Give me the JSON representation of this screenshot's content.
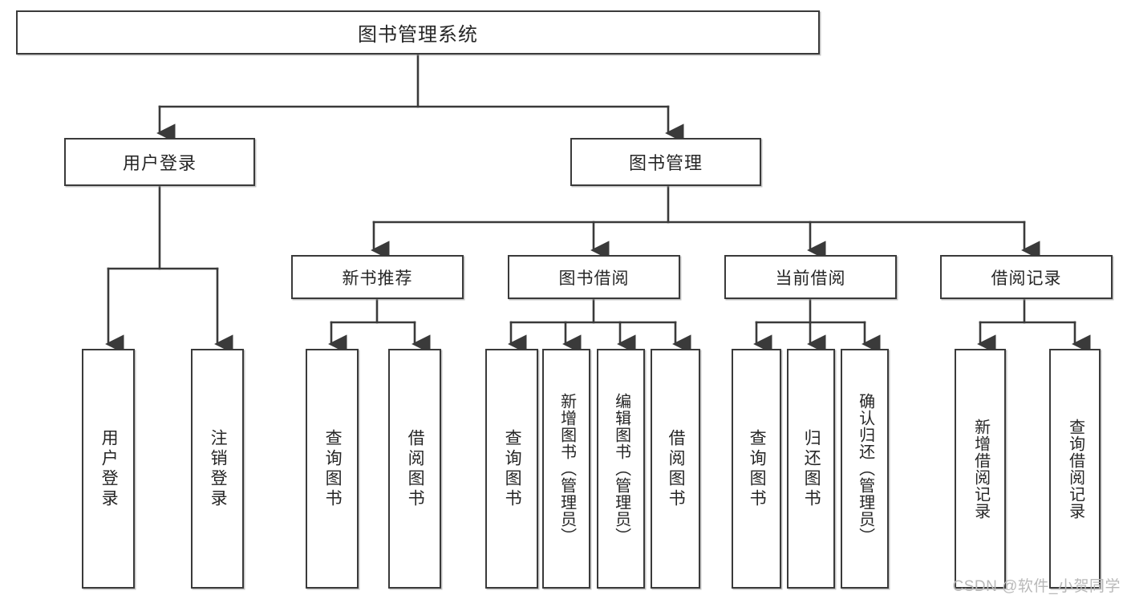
{
  "diagram": {
    "title": "图书管理系统",
    "type": "tree",
    "root": {
      "label": "图书管理系统"
    },
    "level2": [
      {
        "label": "用户登录"
      },
      {
        "label": "图书管理"
      }
    ],
    "level3": [
      {
        "label": "新书推荐"
      },
      {
        "label": "图书借阅"
      },
      {
        "label": "当前借阅"
      },
      {
        "label": "借阅记录"
      }
    ],
    "leaves": {
      "user_login": [
        {
          "label": "用户登录"
        },
        {
          "label": "注销登录"
        }
      ],
      "new_book_recommend": [
        {
          "label": "查询图书"
        },
        {
          "label": "借阅图书"
        }
      ],
      "book_borrow": [
        {
          "label": "查询图书"
        },
        {
          "label": "新增图书（管理员）"
        },
        {
          "label": "编辑图书（管理员）"
        },
        {
          "label": "借阅图书"
        }
      ],
      "current_borrow": [
        {
          "label": "查询图书"
        },
        {
          "label": "归还图书"
        },
        {
          "label": "确认归还（管理员）"
        }
      ],
      "borrow_record": [
        {
          "label": "新增借阅记录"
        },
        {
          "label": "查询借阅记录"
        }
      ]
    }
  },
  "watermark": {
    "text": "CSDN @软件_小贺同学"
  },
  "colors": {
    "background": "#ffffff",
    "box_border": "#3a3a3a",
    "box_fill": "#ffffff",
    "text": "#262626",
    "connector": "#3a3a3a",
    "watermark": "#b9b9b9"
  }
}
